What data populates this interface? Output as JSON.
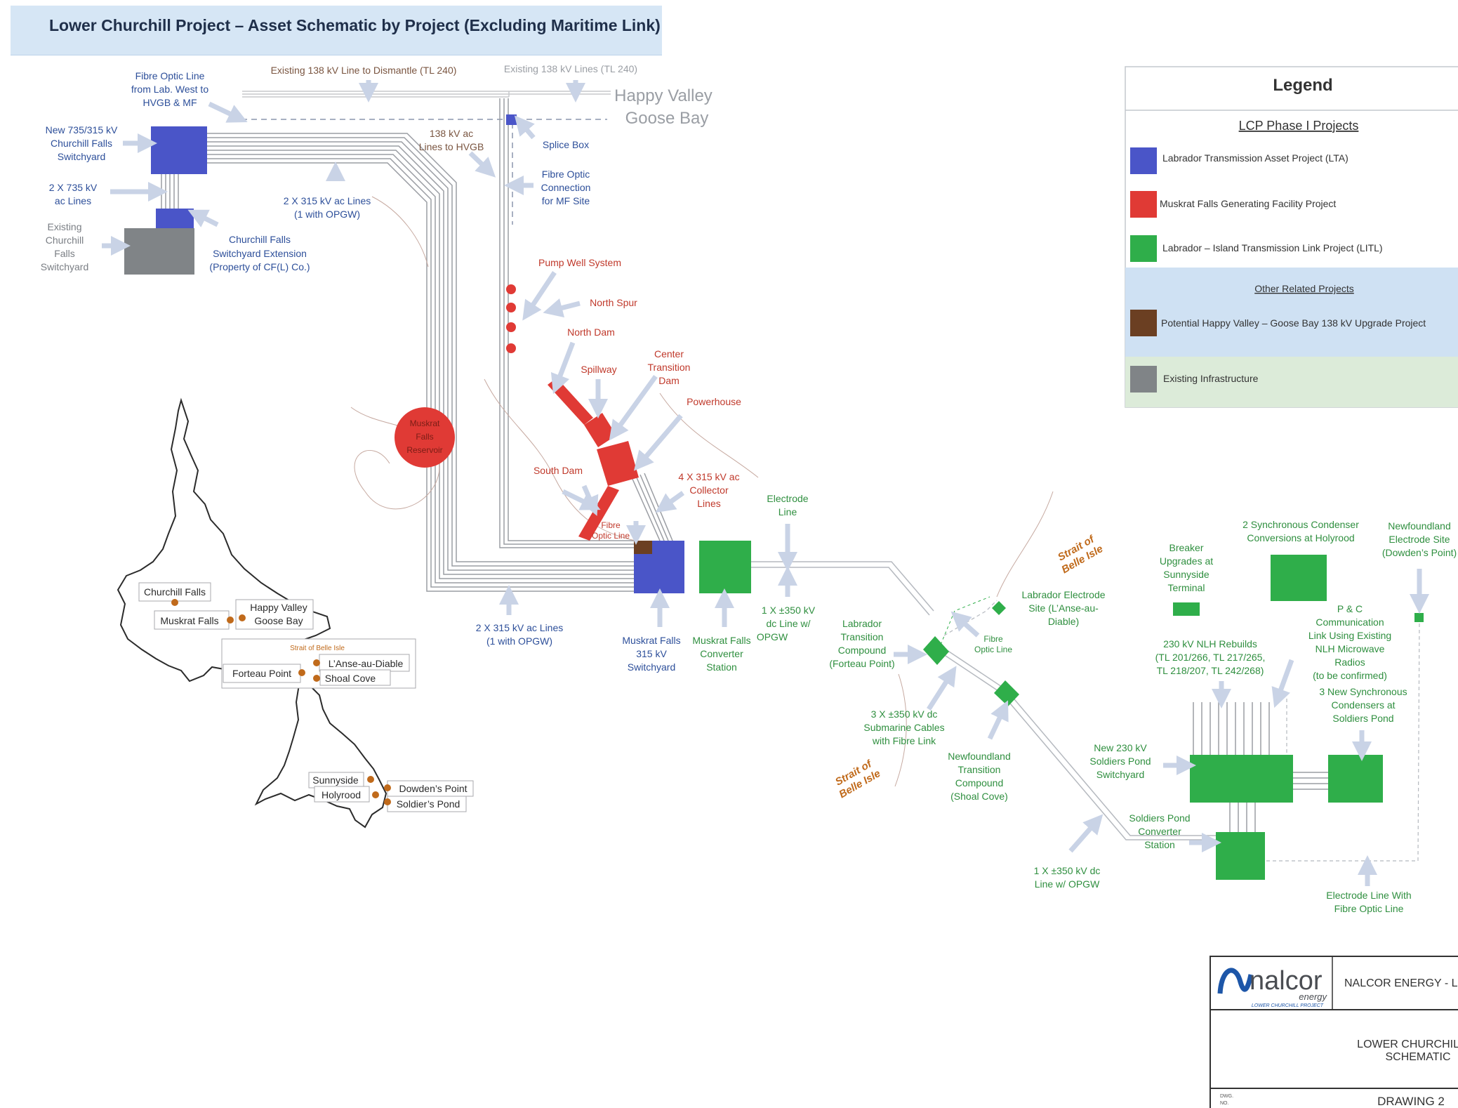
{
  "title": "Lower Churchill Project – Asset Schematic by Project (Excluding Maritime Link)",
  "colors": {
    "lta": "#4a55c8",
    "mfgf": "#e03a35",
    "litl": "#2fae4a",
    "hvgb": "#6b3f22",
    "existing": "#808487",
    "arrow": "#c9d3e6",
    "blue_text": "#2d4f9a",
    "red_text": "#c0392b",
    "green_text": "#2f8f3f",
    "orange_text": "#c06a1b"
  },
  "legend": {
    "title": "Legend",
    "phase1_header": "LCP Phase I Projects",
    "other_header": "Other Related Projects",
    "items": [
      {
        "label": "Labrador Transmission Asset Project (LTA)",
        "color": "#4a55c8"
      },
      {
        "label": "Muskrat Falls Generating Facility Project",
        "color": "#e03a35"
      },
      {
        "label": "Labrador – Island Transmission Link Project (LITL)",
        "color": "#2fae4a"
      },
      {
        "label": "Potential Happy Valley – Goose Bay 138 kV Upgrade Project",
        "color": "#6b3f22"
      },
      {
        "label": "Existing Infrastructure",
        "color": "#808487"
      }
    ]
  },
  "labels": {
    "existing_138_dismantle": "Existing 138 kV Line to Dismantle (TL 240)",
    "existing_138_lines": "Existing 138 kV Lines (TL 240)",
    "happy_valley": "Happy Valley",
    "goose_bay": "Goose Bay",
    "fibre_optic_lab": [
      "Fibre Optic Line",
      "from Lab. West to",
      "HVGB & MF"
    ],
    "new_735_switchyard": [
      "New 735/315 kV",
      "Churchill Falls",
      "Switchyard"
    ],
    "ac_735_lines": [
      "2 X 735 kV",
      "ac Lines"
    ],
    "existing_cf_switchyard": [
      "Existing",
      "Churchill",
      "Falls",
      "Switchyard"
    ],
    "cf_extension": [
      "Churchill Falls",
      "Switchyard Extension",
      "(Property of CF(L) Co.)"
    ],
    "ac_315_lines_top": [
      "2 X 315 kV ac Lines",
      "(1 with OPGW)"
    ],
    "ac_138_hvgb": [
      "138 kV ac",
      "Lines to HVGB"
    ],
    "splice_box": "Splice Box",
    "fibre_optic_mf": [
      "Fibre Optic",
      "Connection",
      "for MF Site"
    ],
    "pump_well": "Pump Well System",
    "north_spur": "North Spur",
    "north_dam": "North Dam",
    "spillway": "Spillway",
    "center_transition_dam": [
      "Center",
      "Transition",
      "Dam"
    ],
    "powerhouse": "Powerhouse",
    "muskrat_reservoir": [
      "Muskrat",
      "Falls",
      "Reservoir"
    ],
    "south_dam": "South Dam",
    "collector_lines": [
      "4 X 315 kV ac",
      "Collector",
      "Lines"
    ],
    "fibre_optic_line_mf": [
      "Fibre",
      "Optic Line"
    ],
    "electrode_line": [
      "Electrode",
      "Line"
    ],
    "ac_315_lines_bottom": [
      "2 X 315 kV ac Lines",
      "(1 with OPGW)"
    ],
    "mf_switchyard": [
      "Muskrat Falls",
      "315 kV",
      "Switchyard"
    ],
    "mf_converter": [
      "Muskrat Falls",
      "Converter",
      "Station"
    ],
    "dc_line_opgw_top": [
      "1 X ±350 kV",
      "dc Line w/",
      "OPGW"
    ],
    "labrador_transition": [
      "Labrador",
      "Transition",
      "Compound",
      "(Forteau Point)"
    ],
    "strait_belle_isle": [
      "Strait of",
      "Belle Isle"
    ],
    "labrador_electrode": [
      "Labrador Electrode",
      "Site (L’Anse-au-",
      "Diable)"
    ],
    "fibre_optic_line_sbi": [
      "Fibre",
      "Optic Line"
    ],
    "submarine_cables": [
      "3 X ±350 kV dc",
      "Submarine Cables",
      "with Fibre Link"
    ],
    "nl_transition": [
      "Newfoundland",
      "Transition",
      "Compound",
      "(Shoal Cove)"
    ],
    "dc_line_opgw_bottom": [
      "1 X ±350 kV dc",
      "Line w/ OPGW"
    ],
    "breaker_upgrades": [
      "Breaker",
      "Upgrades at",
      "Sunnyside",
      "Terminal"
    ],
    "sync_condenser_holyrood": [
      "2 Synchronous Condenser",
      "Conversions at Holyrood"
    ],
    "nl_electrode": [
      "Newfoundland",
      "Electrode Site",
      "(Dowden’s Point)"
    ],
    "pc_link": [
      "P & C",
      "Communication",
      "Link Using Existing",
      "NLH Microwave",
      "Radios",
      "(to be confirmed)"
    ],
    "nlh_rebuilds": [
      "230 kV NLH Rebuilds",
      "(TL 201/266, TL 217/265,",
      "TL 218/207, TL 242/268)"
    ],
    "sync_condensers_sp": [
      "3 New Synchronous",
      "Condensers at",
      "Soldiers Pond"
    ],
    "sp_switchyard": [
      "New 230 kV",
      "Soldiers Pond",
      "Switchyard"
    ],
    "sp_converter": [
      "Soldiers Pond",
      "Converter",
      "Station"
    ],
    "electrode_fibre": [
      "Electrode Line With",
      "Fibre Optic Line"
    ]
  },
  "map": {
    "places": {
      "churchill_falls": "Churchill Falls",
      "muskrat_falls": "Muskrat Falls",
      "happy_valley": [
        "Happy Valley",
        "Goose Bay"
      ],
      "strait": "Strait of Belle Isle",
      "lanse_au_diable": "L’Anse-au-Diable",
      "forteau_point": "Forteau Point",
      "shoal_cove": "Shoal Cove",
      "sunnyside": "Sunnyside",
      "holyrood": "Holyrood",
      "dowdens_point": "Dowden’s Point",
      "soldiers_pond": "Soldier’s Pond"
    }
  },
  "titleblock": {
    "logo_name": "nalcor",
    "logo_sub": "energy",
    "logo_project": "LOWER CHURCHILL PROJECT",
    "company": "NALCOR ENERGY - LC",
    "project_title": [
      "LOWER CHURCHILL PI",
      "SCHEMATIC"
    ],
    "dwg_label": [
      "DWG.",
      "NO."
    ],
    "drawing": "DRAWING 2"
  }
}
